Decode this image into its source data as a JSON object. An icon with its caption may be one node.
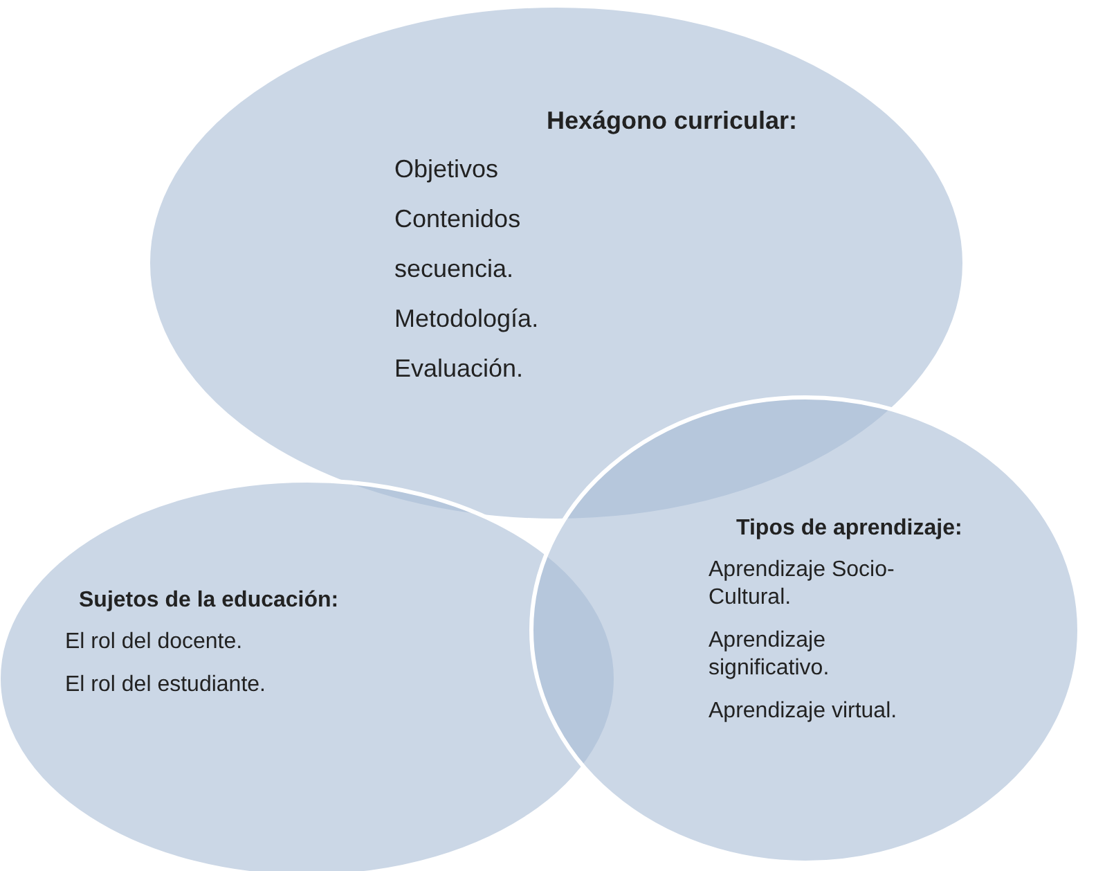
{
  "diagram": {
    "nodes": [
      {
        "text": [
          "Hexágono curricular:",
          "Objetivos",
          "Contenidos",
          "secuencia.",
          "Metodología.",
          "Evaluación."
        ]
      },
      {
        "text": [
          "Sujetos de la educación:",
          "El rol del docente.",
          "El rol del estudiante."
        ]
      },
      {
        "text": [
          "Tipos de aprendizaje:",
          "Aprendizaje Socio-Cultural.",
          "Aprendizaje significativo.",
          "Aprendizaje virtual."
        ]
      }
    ]
  }
}
